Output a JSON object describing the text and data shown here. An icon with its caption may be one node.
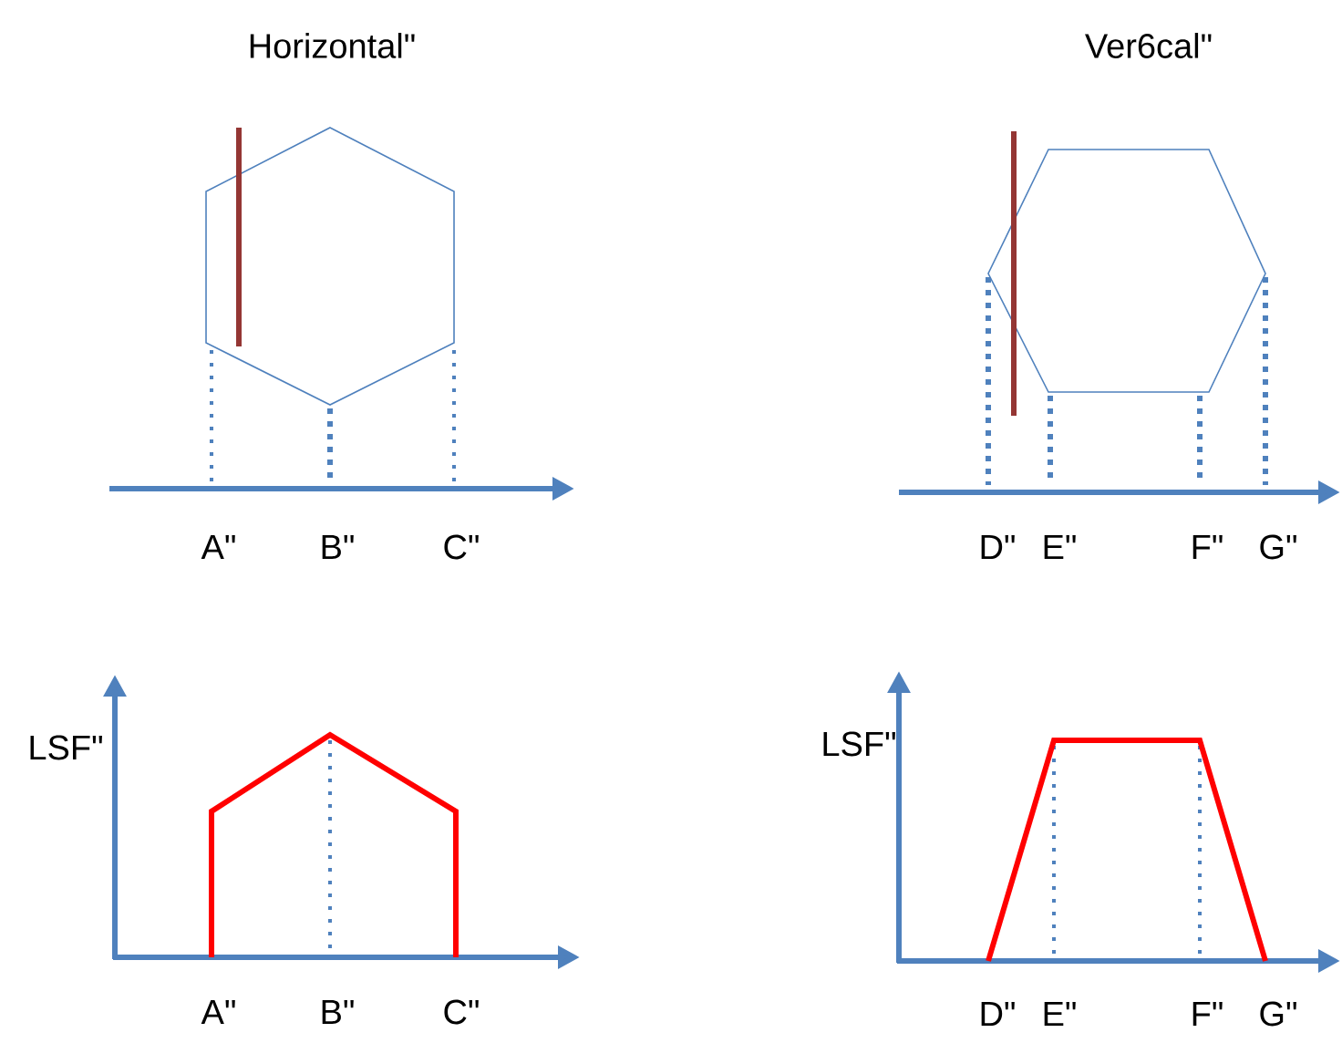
{
  "diagram": {
    "labels": [
      "Horizontal\"",
      "Ver6cal\"",
      "A\"",
      "B\"",
      "C\"",
      "D\"",
      "E\"",
      "F\"",
      "G\"",
      "LSF\"",
      "LSF\"",
      "A\"",
      "B\"",
      "C\"",
      "D\"",
      "E\"",
      "F\"",
      "G\""
    ]
  }
}
